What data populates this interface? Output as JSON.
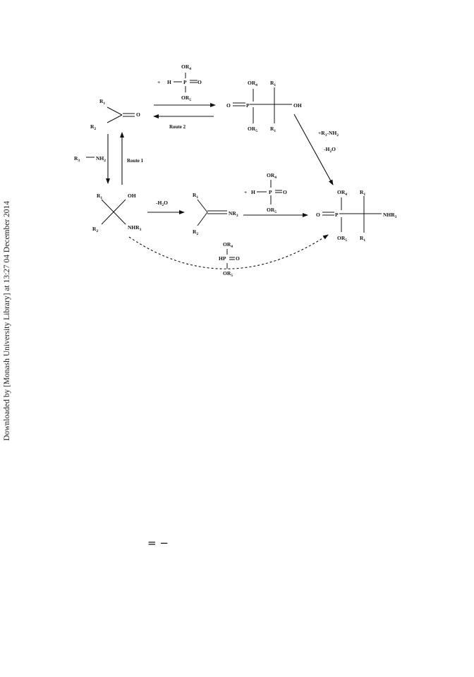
{
  "sidebar": {
    "download_note": "Downloaded by [Monash University Library] at 13:27 04 December 2014"
  },
  "scheme": {
    "r1": "R",
    "r1_sub": "1",
    "r2": "R",
    "r2_sub": "2",
    "r3": "R",
    "r3_sub": "3",
    "or4": "OR",
    "or4_sub": "4",
    "or5": "OR",
    "or5_sub": "5",
    "nh2": "NH",
    "nh2_sub": "2",
    "nhr": "NHR",
    "nhr_sub": "3",
    "nr": "NR",
    "nr_sub": "3",
    "o": "O",
    "oh": "OH",
    "h": "H",
    "p": "P",
    "hp": "HP",
    "plus": "+",
    "dash": "—",
    "minus_h2o_pre": "-H",
    "h2o_sub": "2",
    "h2o_post": "O",
    "plus_r3nh2_pre": "+R",
    "plus_r3nh2_mid": "-NH",
    "route1": "Route 1",
    "route2": "Route 2"
  },
  "footer": {
    "fragment": "= −"
  }
}
